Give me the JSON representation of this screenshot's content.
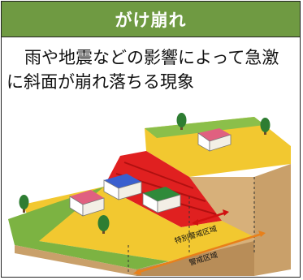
{
  "header": {
    "title": "がけ崩れ"
  },
  "description": "雨や地震などの影響によって急激に斜面が崩れ落ちる現象",
  "illustration": {
    "labels": {
      "special_zone": "特別警戒区域",
      "warning_zone": "警戒区域"
    },
    "colors": {
      "header_green": "#6f9a42",
      "danger_red": "#e02020",
      "caution_yellow": "#f2c830",
      "arrow_orange": "#e8801a",
      "grass_green": "#7cb342",
      "soil_tan": "#c9a06a"
    }
  }
}
